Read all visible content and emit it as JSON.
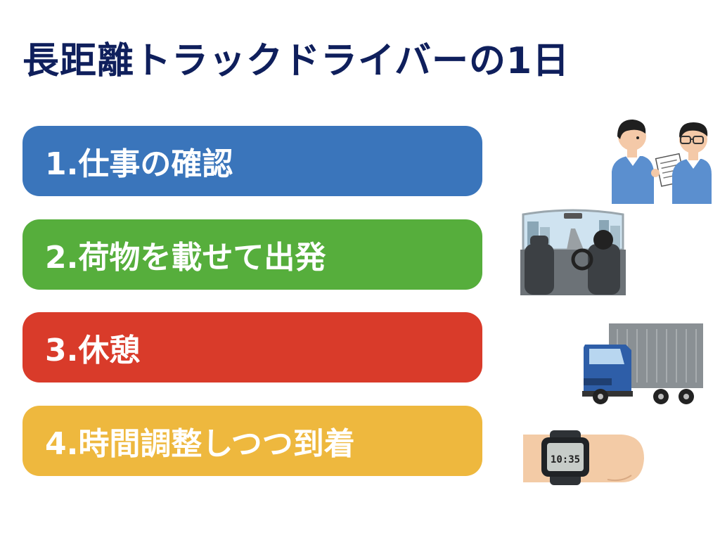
{
  "slide": {
    "title": "長距離トラックドライバーの1日"
  },
  "steps": [
    {
      "label": "1.仕事の確認",
      "color": "#3a75bb",
      "illustration": "two-workers-checking-document-icon"
    },
    {
      "label": "2.荷物を載せて出発",
      "color": "#56ae3c",
      "illustration": "driver-in-car-icon"
    },
    {
      "label": "3.休憩",
      "color": "#d93b2a",
      "illustration": "blue-truck-icon"
    },
    {
      "label": "4.時間調整しつつ到着",
      "color": "#eeb83e",
      "illustration": "wristwatch-icon"
    }
  ],
  "watch": {
    "time": "10:35"
  }
}
